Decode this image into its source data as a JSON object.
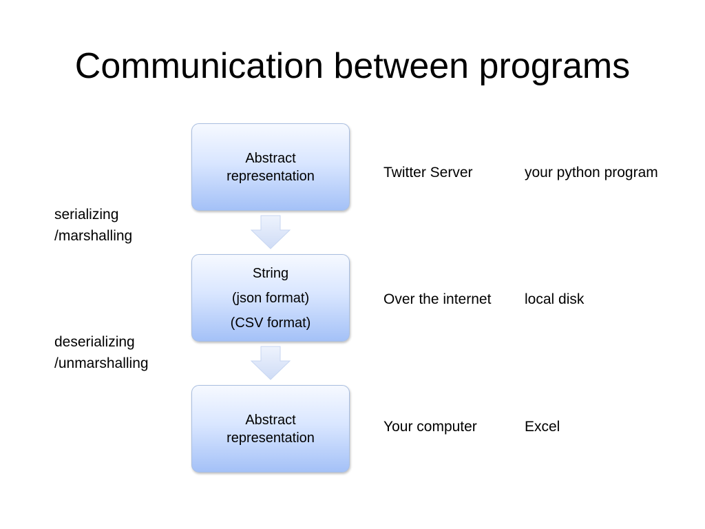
{
  "slide": {
    "title": "Communication between programs"
  },
  "flow": {
    "boxes": [
      {
        "lines": [
          "Abstract",
          "representation"
        ]
      },
      {
        "lines": [
          "String",
          "(json format)",
          "(CSV format)"
        ]
      },
      {
        "lines": [
          "Abstract",
          "representation"
        ]
      }
    ],
    "side_labels": [
      {
        "line1": "serializing",
        "line2": "/marshalling"
      },
      {
        "line1": "deserializing",
        "line2": "/unmarshalling"
      }
    ]
  },
  "examples": {
    "rows": [
      {
        "col_a": "Twitter Server",
        "col_b": "your python program"
      },
      {
        "col_a": "Over the internet",
        "col_b": "local disk"
      },
      {
        "col_a": "Your computer",
        "col_b": "Excel"
      }
    ]
  },
  "colors": {
    "box_top": "#f6f9ff",
    "box_bottom": "#a4c1f7",
    "arrow_fill": "#dbe6fb"
  }
}
